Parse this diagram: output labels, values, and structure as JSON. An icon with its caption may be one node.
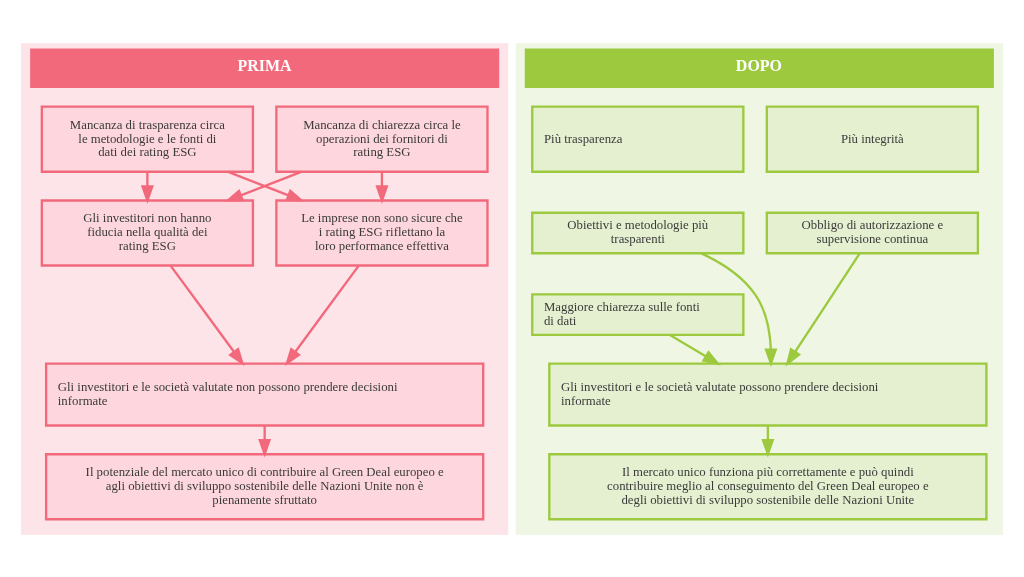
{
  "diagram": {
    "nodes": [
      {
        "text": [
          "PRIMA"
        ]
      },
      {
        "text": [
          "Mancanza di trasparenza circa le metodologie e le fonti di dati dei rating ESG"
        ],
        "in": 0
      },
      {
        "text": [
          "Mancanza di chiarezza circa le operazioni dei fornitori di rating ESG"
        ],
        "in": 0
      },
      {
        "text": [
          "Gli investitori non hanno fiducia nella qualità dei rating ESG"
        ],
        "in": 0
      },
      {
        "text": [
          "Le imprese non sono sicure che i rating ESG riflettano la loro performance effettiva"
        ],
        "in": 0
      },
      {
        "text": [
          "Gli investitori e le società valutate non possono prendere decisioni informate"
        ],
        "in": 0
      },
      {
        "text": [
          "Il potenziale del mercato unico di contribuire al Green Deal europeo e agli obiettivi di sviluppo sostenibile delle Nazioni Unite non è pienamente sfruttato"
        ],
        "in": 0
      },
      {
        "text": [
          "DOPO"
        ]
      },
      {
        "text": [
          "Più trasparenza"
        ],
        "in": 7
      },
      {
        "text": [
          "Più integrità"
        ],
        "in": 7
      },
      {
        "text": [
          "Obiettivi e metodologie più trasparenti"
        ],
        "in": 7
      },
      {
        "text": [
          "Obbligo di autorizzazione e supervisione continua"
        ],
        "in": 7
      },
      {
        "text": [
          "Maggiore chiarezza sulle fonti di dati"
        ],
        "in": 7
      },
      {
        "text": [
          "Gli investitori e le società valutate possono prendere decisioni informate"
        ],
        "in": 7
      },
      {
        "text": [
          "Il mercato unico funziona più correttamente e può quindi contribuire meglio al conseguimento del Green Deal europeo e degli obiettivi di sviluppo sostenibile delle Nazioni Unite"
        ],
        "in": 7
      }
    ],
    "edges": [
      {
        "from": 1,
        "to": 3,
        "arrow": "to"
      },
      {
        "from": 1,
        "to": 4,
        "arrow": "to"
      },
      {
        "from": 2,
        "to": 3,
        "arrow": "to"
      },
      {
        "from": 2,
        "to": 4,
        "arrow": "to"
      },
      {
        "from": 3,
        "to": 5,
        "arrow": "to"
      },
      {
        "from": 4,
        "to": 5,
        "arrow": "to"
      },
      {
        "from": 5,
        "to": 6,
        "arrow": "to"
      },
      {
        "from": 10,
        "to": 13,
        "arrow": "to",
        "color": "#9cc93e"
      },
      {
        "from": 11,
        "to": 13,
        "arrow": "to",
        "color": "#9cc93e"
      },
      {
        "from": 12,
        "to": 13,
        "arrow": "to",
        "color": "#9cc93e"
      },
      {
        "from": 13,
        "to": 14,
        "arrow": "to",
        "color": "#9cc93e"
      }
    ]
  }
}
